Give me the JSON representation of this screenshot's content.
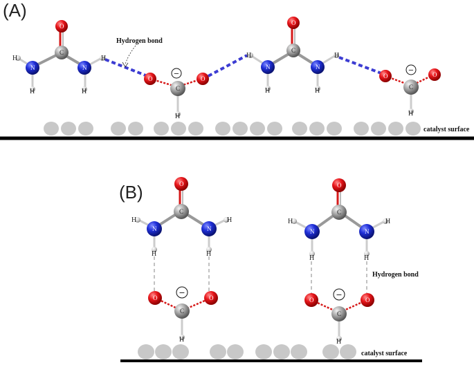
{
  "panels": {
    "a_label": "(A)",
    "b_label": "(B)"
  },
  "annotations": {
    "hbond_a": "Hydrogen bond",
    "hbond_b": "Hydrogen bond",
    "surface_a": "catalyst surface",
    "surface_b": "catalyst surface"
  },
  "atoms": {
    "carbon": "C",
    "oxygen": "O",
    "nitrogen": "N",
    "hydrogen": "H",
    "charge": "−"
  },
  "colors": {
    "oxygen": "#e8161b",
    "nitrogen": "#1f2fd8",
    "carbon": "#9a9a9a",
    "hydrogen": "#cfcfcf",
    "surface_particle": "#c8c8c8",
    "surface_line": "#000000",
    "hbond_strong": "#3c3cd2",
    "hbond_dashed": "#9a9a9a",
    "double_bond_red": "#e8161b"
  }
}
